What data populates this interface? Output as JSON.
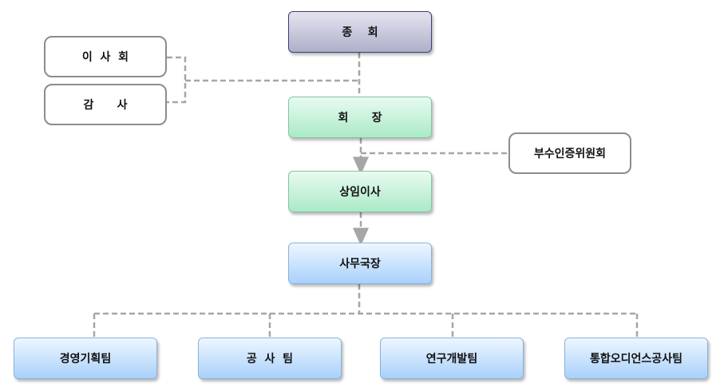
{
  "org_chart": {
    "general_meeting": "종    회",
    "board": "이  사  회",
    "auditor": "감      사",
    "chairman": "회      장",
    "committee": "부수인증위원회",
    "standing_director": "상임이사",
    "secretary_general": "사무국장",
    "teams": [
      "경영기획팀",
      "공  사  팀",
      "연구개발팀",
      "통합오디언스공사팀"
    ]
  },
  "colors": {
    "connector": "#a6a6a6",
    "top_fill": "#aeb0c9",
    "top_border": "#3b3f73",
    "middle_fill": "#abe9c8",
    "lower_fill": "#a9d1fb",
    "side_border": "#8c8c8c"
  }
}
